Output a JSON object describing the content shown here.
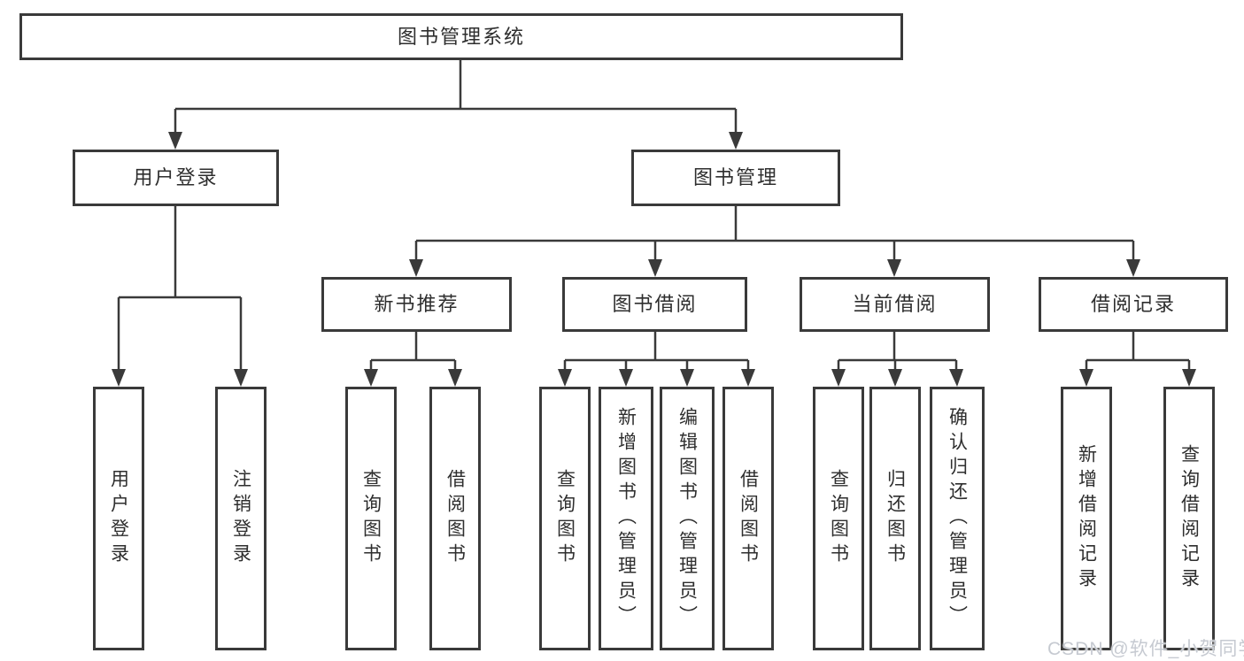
{
  "diagram": {
    "root": "图书管理系统",
    "branches": {
      "user": "用户登录",
      "books": "图书管理"
    },
    "modules": [
      "新书推荐",
      "图书借阅",
      "当前借阅",
      "借阅记录"
    ],
    "leaves": {
      "user": [
        "用户登录",
        "注销登录"
      ],
      "newbook": [
        "查询图书",
        "借阅图书"
      ],
      "borrow": [
        "查询图书",
        "新增图书（管理员）",
        "编辑图书（管理员）",
        "借阅图书"
      ],
      "current": [
        "查询图书",
        "归还图书",
        "确认归还（管理员）"
      ],
      "records": [
        "新增借阅记录",
        "查询借阅记录"
      ]
    }
  },
  "watermark": "CSDN @软件_小贺同学",
  "colors": {
    "line": "#3a3a3a",
    "text": "#2e2e2e",
    "background": "#ffffff",
    "watermark": "#c6cad1"
  }
}
